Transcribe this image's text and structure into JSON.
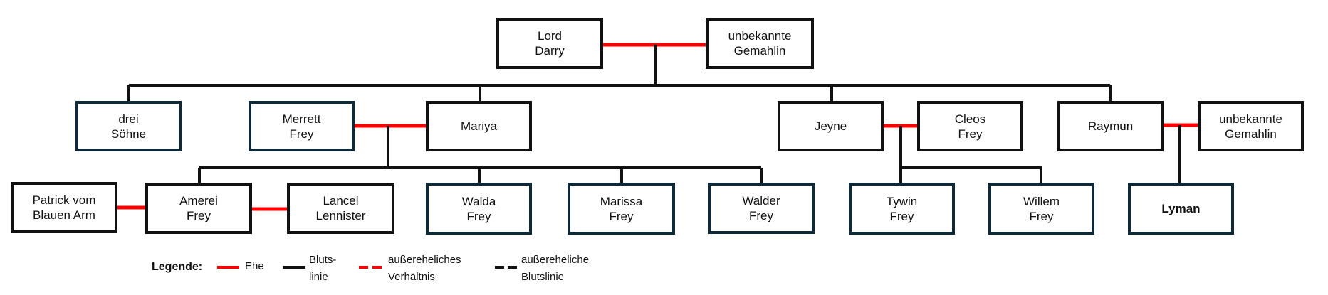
{
  "persons": {
    "lord_darry": [
      "Lord",
      "Darry"
    ],
    "unknown_wife_1": [
      "unbekannte",
      "Gemahlin"
    ],
    "three_sons": [
      "drei",
      "Söhne"
    ],
    "merrett": [
      "Merrett",
      "Frey"
    ],
    "mariya": [
      "Mariya"
    ],
    "jeyne": [
      "Jeyne"
    ],
    "cleos": [
      "Cleos",
      "Frey"
    ],
    "raymun": [
      "Raymun"
    ],
    "unknown_wife_2": [
      "unbekannte",
      "Gemahlin"
    ],
    "patrick": [
      "Patrick vom",
      "Blauen Arm"
    ],
    "amerei": [
      "Amerei",
      "Frey"
    ],
    "lancel": [
      "Lancel",
      "Lennister"
    ],
    "walda": [
      "Walda",
      "Frey"
    ],
    "marissa": [
      "Marissa",
      "Frey"
    ],
    "walder": [
      "Walder",
      "Frey"
    ],
    "tywin": [
      "Tywin",
      "Frey"
    ],
    "willem": [
      "Willem",
      "Frey"
    ],
    "lyman": [
      "Lyman"
    ]
  },
  "legend": {
    "title": "Legende:",
    "marriage": "Ehe",
    "bloodline_1": "Bluts-",
    "bloodline_2": "linie",
    "affair_1": "außereheliches",
    "affair_2": "Verhältnis",
    "illegit_1": "außereheliche",
    "illegit_2": "Blutslinie"
  },
  "colors": {
    "marriage": "#ff0000",
    "blood": "#111111"
  }
}
